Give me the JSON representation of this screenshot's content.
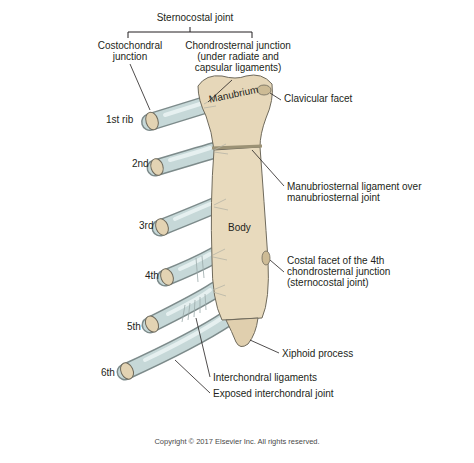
{
  "diagram": {
    "labels": [
      "Sternocostal joint",
      "Costochondral junction",
      "Chondrosternal junction (under radiate and capsular ligaments)",
      "Clavicular facet",
      "1st rib",
      "Manubrium",
      "2nd",
      "Manubriosternal ligament over manubriosternal joint",
      "3rd",
      "Body",
      "4th",
      "Costal facet of the 4th chondrosternal junction (sternocostal joint)",
      "5th",
      "6th",
      "Xiphoid process",
      "Interchondral ligaments",
      "Exposed interchondral joint",
      "Copyright © 2017 Elsevier Inc. All rights reserved."
    ]
  }
}
